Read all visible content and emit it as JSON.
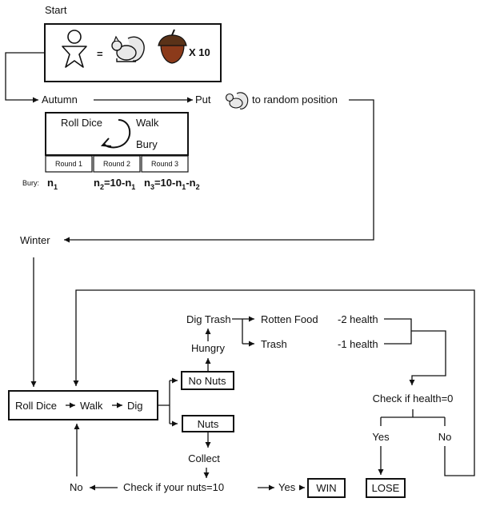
{
  "start": {
    "label": "Start",
    "equals": "=",
    "multiplier": "X 10",
    "icons": [
      "person-icon",
      "squirrel-icon",
      "acorn-icon"
    ]
  },
  "autumn": {
    "label": "Autumn",
    "put_prefix": "Put",
    "put_suffix": "to random position",
    "cycle": {
      "roll": "Roll Dice",
      "walk": "Walk",
      "bury": "Bury"
    },
    "rounds": [
      "Round 1",
      "Round 2",
      "Round 3"
    ],
    "bury_label": "Bury:",
    "bury_values": [
      [
        {
          "t": "n"
        },
        {
          "s": "1"
        }
      ],
      [
        {
          "t": "n"
        },
        {
          "s": "2"
        },
        {
          "t": "=10-n"
        },
        {
          "s": "1"
        }
      ],
      [
        {
          "t": "n"
        },
        {
          "s": "3"
        },
        {
          "t": "=10-n"
        },
        {
          "s": "1"
        },
        {
          "t": "-n"
        },
        {
          "s": "2"
        }
      ]
    ]
  },
  "winter": {
    "label": "Winter",
    "main_box": {
      "roll": "Roll Dice",
      "walk": "Walk",
      "dig": "Dig"
    },
    "no_nuts": "No Nuts",
    "nuts": "Nuts",
    "hungry": "Hungry",
    "dig_trash": "Dig Trash",
    "rotten_food": "Rotten Food",
    "trash": "Trash",
    "health_minus2": "-2 health",
    "health_minus1": "-1 health",
    "check_health": "Check if health=0",
    "health_yes": "Yes",
    "health_no": "No",
    "lose": "LOSE",
    "collect": "Collect",
    "check_nuts": "Check if your nuts=10",
    "nuts_yes": "Yes",
    "nuts_no": "No",
    "win": "WIN"
  }
}
